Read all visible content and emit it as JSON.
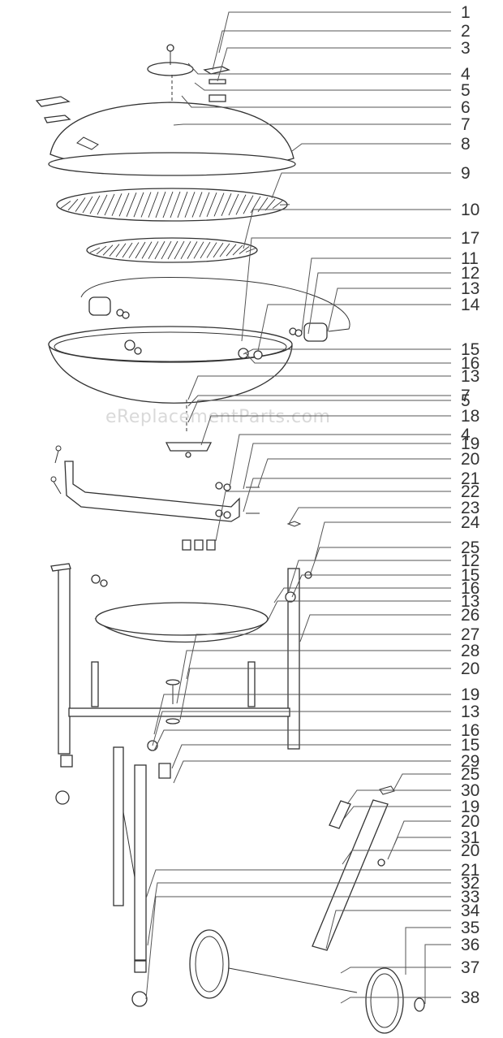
{
  "diagram": {
    "watermark": "eReplacementParts.com",
    "callouts": [
      "1",
      "2",
      "3",
      "4",
      "5",
      "6",
      "7",
      "8",
      "9",
      "10",
      "17",
      "11",
      "12",
      "13",
      "14",
      "15",
      "16",
      "13",
      "7",
      "5",
      "18",
      "4",
      "19",
      "20",
      "21",
      "22",
      "23",
      "24",
      "25",
      "12",
      "15",
      "16",
      "13",
      "26",
      "27",
      "28",
      "20",
      "19",
      "13",
      "16",
      "15",
      "29",
      "25",
      "30",
      "19",
      "20",
      "31",
      "20",
      "21",
      "32",
      "33",
      "34",
      "35",
      "36",
      "37",
      "38"
    ]
  },
  "colors": {
    "line": "#333333",
    "label": "#333333",
    "watermark": "#d9d9d9"
  }
}
